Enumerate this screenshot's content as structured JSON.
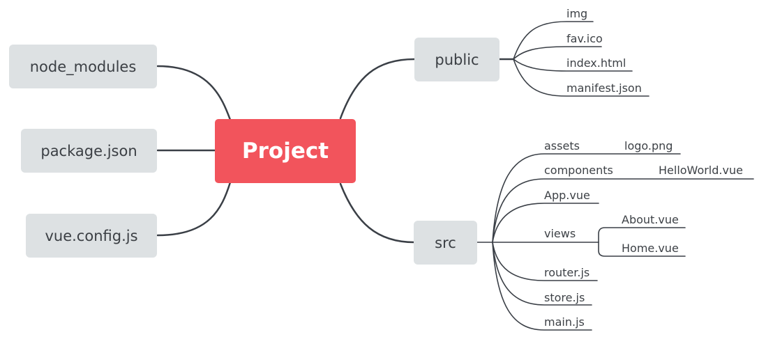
{
  "colors": {
    "root_fill": "#f2545c",
    "topic_fill": "#dde1e3",
    "line": "#3a3f46",
    "text": "#3d4146"
  },
  "root": {
    "label": "Project"
  },
  "left_topics": {
    "node_modules": "node_modules",
    "package_json": "package.json",
    "vue_config": "vue.config.js"
  },
  "public": {
    "label": "public",
    "children": {
      "img": "img",
      "fav": "fav.ico",
      "index": "index.html",
      "manifest": "manifest.json"
    }
  },
  "src": {
    "label": "src",
    "assets": {
      "label": "assets",
      "child": "logo.png"
    },
    "components": {
      "label": "components",
      "child": "HelloWorld.vue"
    },
    "app": "App.vue",
    "views": {
      "label": "views",
      "about": "About.vue",
      "home": "Home.vue"
    },
    "router": "router.js",
    "store": "store.js",
    "main": "main.js"
  }
}
